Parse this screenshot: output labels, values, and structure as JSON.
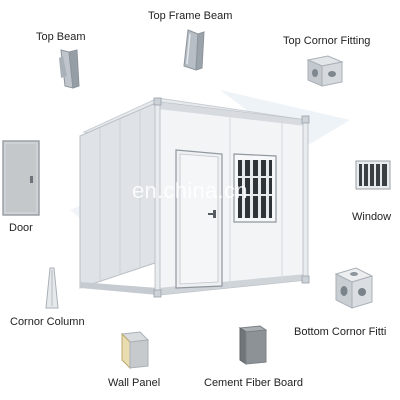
{
  "labels": {
    "top_frame_beam": "Top Frame Beam",
    "top_beam": "Top Beam",
    "top_corner_fitting": "Top Cornor Fitting",
    "door": "Door",
    "window": "Window",
    "corner_column": "Cornor Column",
    "bottom_corner_fitting": "Bottom Cornor Fitti",
    "wall_panel": "Wall Panel",
    "cement_fiber_board": "Cement Fiber Board"
  },
  "watermark": "en.china.cn",
  "colors": {
    "container_white": "#f2f4f6",
    "container_frame": "#dfe3e7",
    "steel_grey": "#9aa2aa",
    "door_grey": "#c9cccf",
    "cement_grey": "#8d9296",
    "foam_yellow": "#e8dcb0"
  }
}
